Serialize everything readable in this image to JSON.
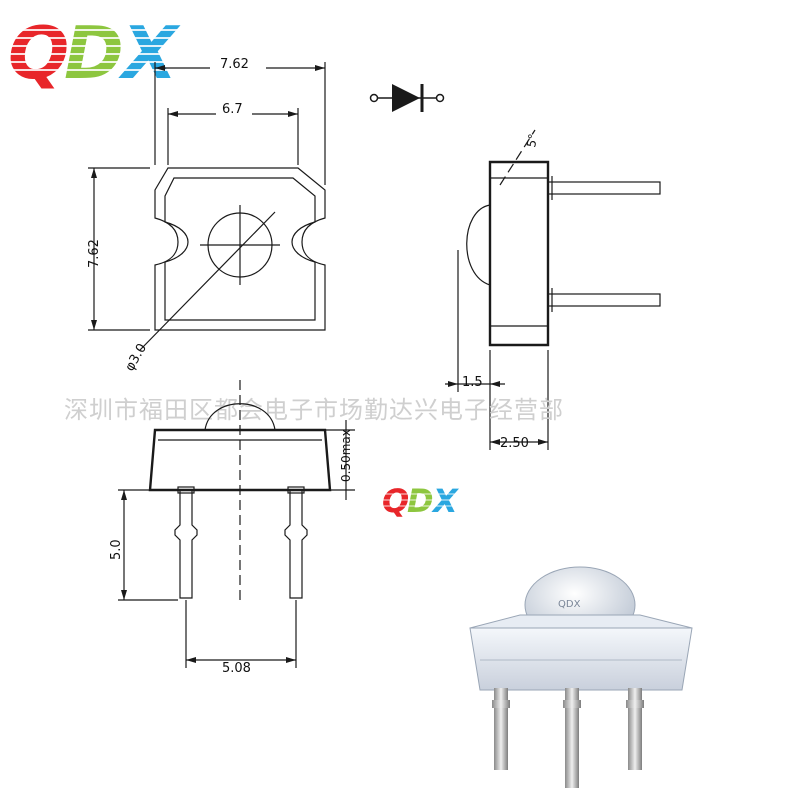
{
  "brand": {
    "logo_text": "QDX"
  },
  "watermark": {
    "text": "深圳市福田区都会电子市场勤达兴电子经营部"
  },
  "dimensions": {
    "width_outer": "7.62",
    "width_inner": "6.7",
    "height_outer": "7.62",
    "lens_diameter": "φ3.0",
    "lens_angle": "5°",
    "front_protrusion": "1.5",
    "body_depth": "2.50",
    "lead_length": "5.0",
    "lead_spacing": "5.08",
    "standoff_max": "0.50max"
  },
  "product_photo": {
    "body_marking": "QDX"
  },
  "colors": {
    "logo_red": "#e8262a",
    "logo_green": "#8dc63f",
    "logo_blue": "#2aa7e0",
    "line": "#1a1a1a",
    "watermark": "#cfcfcf"
  },
  "icons": {
    "diode_symbol": "diode-icon"
  }
}
